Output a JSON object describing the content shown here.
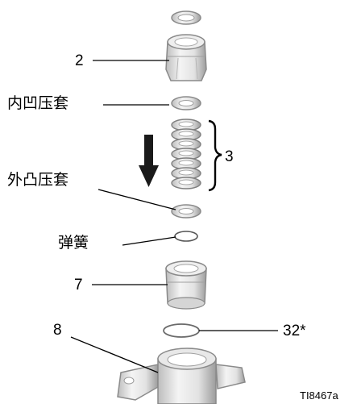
{
  "parts": [
    {
      "id": "part-2",
      "label": "2"
    },
    {
      "id": "part-female-adapter",
      "label": "内凹压套"
    },
    {
      "id": "part-3",
      "label": "3"
    },
    {
      "id": "part-male-adapter",
      "label": "外凸压套"
    },
    {
      "id": "part-spring",
      "label": "弹簧"
    },
    {
      "id": "part-7",
      "label": "7"
    },
    {
      "id": "part-8",
      "label": "8"
    },
    {
      "id": "part-32",
      "label": "32*"
    }
  ],
  "figure_id": "TI8467a",
  "colors": {
    "line": "#000000",
    "part_fill": "#f2f2f2",
    "part_stroke": "#9a9a9a",
    "shade": "#c8c8c8"
  },
  "icons": {
    "direction": "down-arrow-icon",
    "group": "right-brace-icon"
  }
}
